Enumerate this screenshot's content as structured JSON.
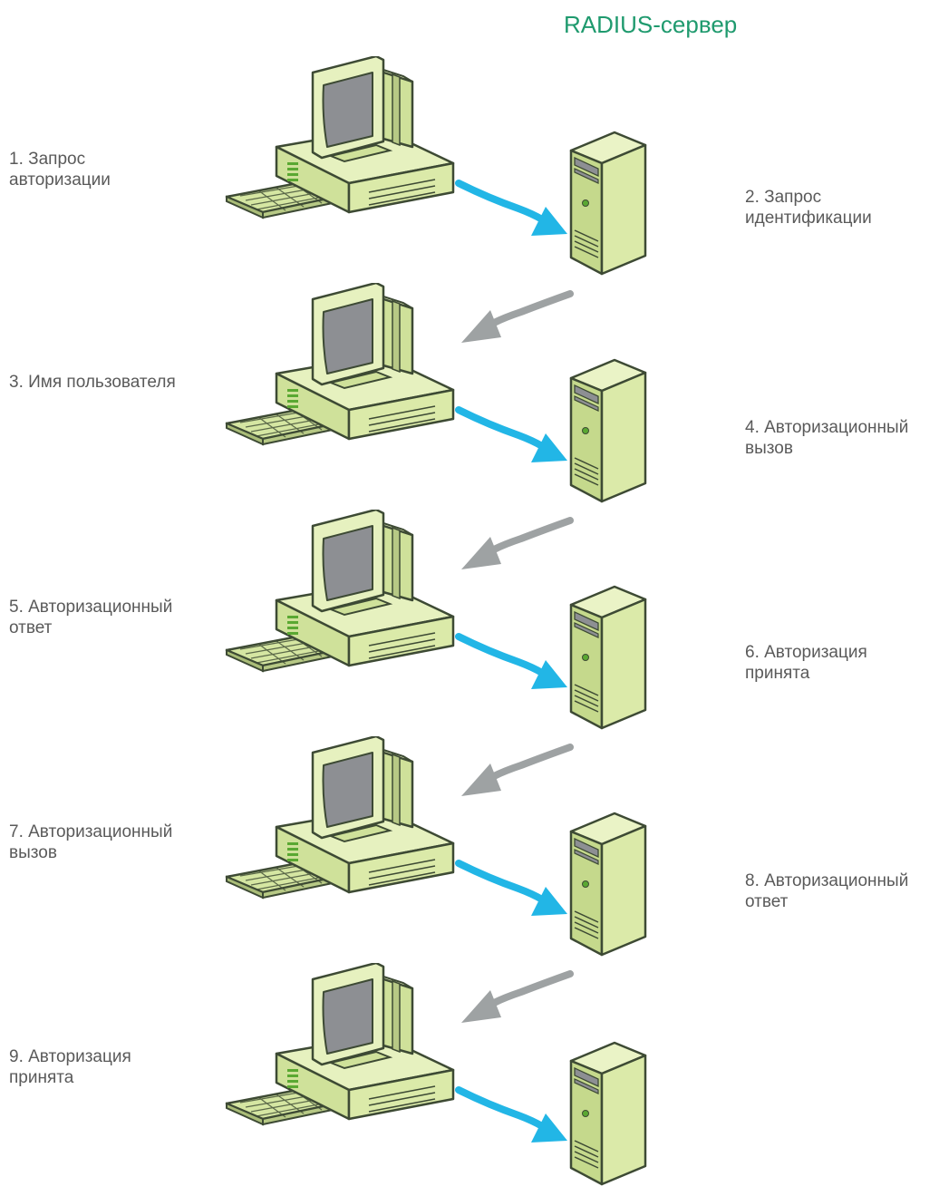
{
  "diagram": {
    "server_title": "RADIUS-сервер",
    "colors": {
      "server_title": "#1f9a6e",
      "label_text": "#5a5a5a",
      "request_arrow": "#22b6e6",
      "response_arrow": "#9ea2a3",
      "device_body": "#dbeaa9",
      "device_outline": "#3d4a34",
      "screen": "#8d8f93"
    },
    "client_steps": [
      {
        "line1": "1. Запрос",
        "line2": "авторизации"
      },
      {
        "line1": "3. Имя пользователя",
        "line2": ""
      },
      {
        "line1": "5. Авторизационный",
        "line2": "ответ"
      },
      {
        "line1": "7. Авторизационный",
        "line2": "вызов"
      },
      {
        "line1": "9. Авторизация",
        "line2": "принята"
      }
    ],
    "server_steps": [
      {
        "line1": "2. Запрос",
        "line2": "идентификации"
      },
      {
        "line1": "4. Авторизационный",
        "line2": "вызов"
      },
      {
        "line1": "6. Авторизация",
        "line2": "принята"
      },
      {
        "line1": "8. Авторизационный",
        "line2": "ответ"
      }
    ],
    "client_icon": "desktop-computer-icon",
    "server_icon": "tower-server-icon",
    "request_arrow_icon": "arrow-client-to-server-icon",
    "response_arrow_icon": "arrow-server-to-client-icon"
  }
}
